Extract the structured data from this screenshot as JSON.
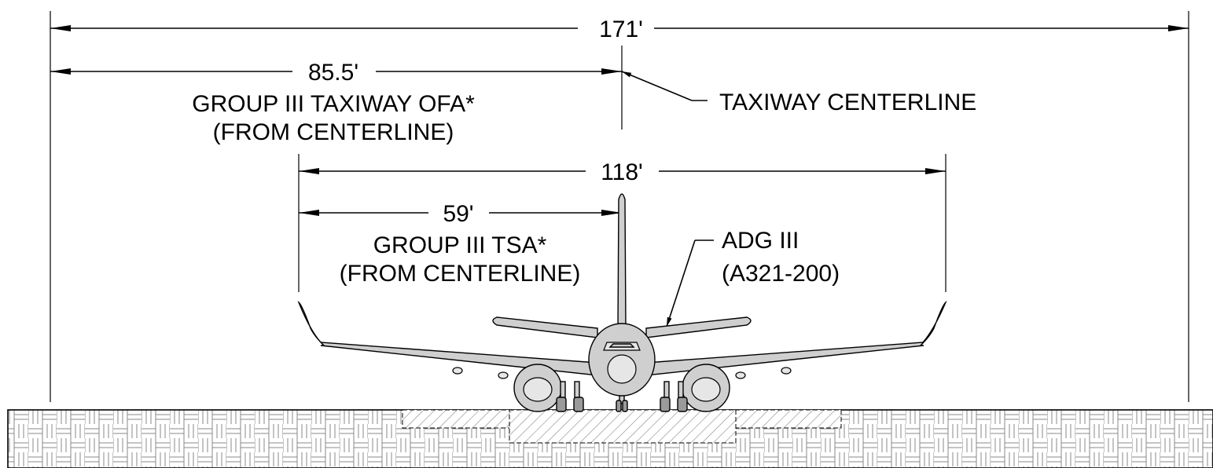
{
  "dimensions": {
    "ofa_total": "171'",
    "ofa_half": "85.5'",
    "tsa_total": "118'",
    "tsa_half": "59'"
  },
  "labels": {
    "ofa_line1": "GROUP III TAXIWAY OFA*",
    "ofa_line2": "(FROM CENTERLINE)",
    "centerline": "TAXIWAY CENTERLINE",
    "tsa_line1": "GROUP III TSA*",
    "tsa_line2": "(FROM CENTERLINE)",
    "aircraft_line1": "ADG III",
    "aircraft_line2": "(A321-200)"
  }
}
